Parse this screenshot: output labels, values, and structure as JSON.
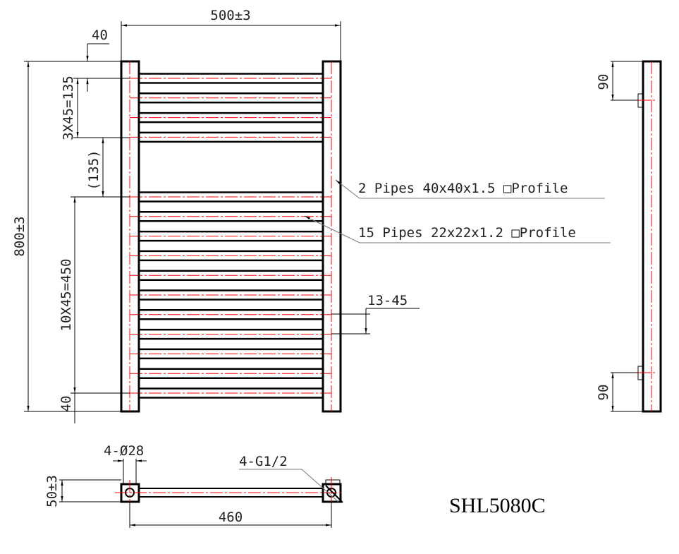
{
  "drawing": {
    "model": "SHL5080C",
    "front_view": {
      "width_dim": "500±3",
      "height_dim": "800±3",
      "top_offset_dim": "40",
      "top_group_dim": "3X45=135",
      "gap_dim": "(135)",
      "bottom_group_dim": "10X45=450",
      "bottom_offset_dim": "40",
      "rail_spacing_dim": "13-45",
      "stile_callout": "2 Pipes 40x40x1.5 □Profile",
      "rail_callout": "15 Pipes 22x22x1.2 □Profile",
      "rail_count": 15
    },
    "side_view": {
      "top_bracket_dim": "90",
      "bottom_bracket_dim": "90"
    },
    "bottom_view": {
      "hole_dim": "4-Ø28",
      "thread_callout": "4-G1/2",
      "depth_dim": "50±3",
      "center_dim": "460"
    }
  }
}
